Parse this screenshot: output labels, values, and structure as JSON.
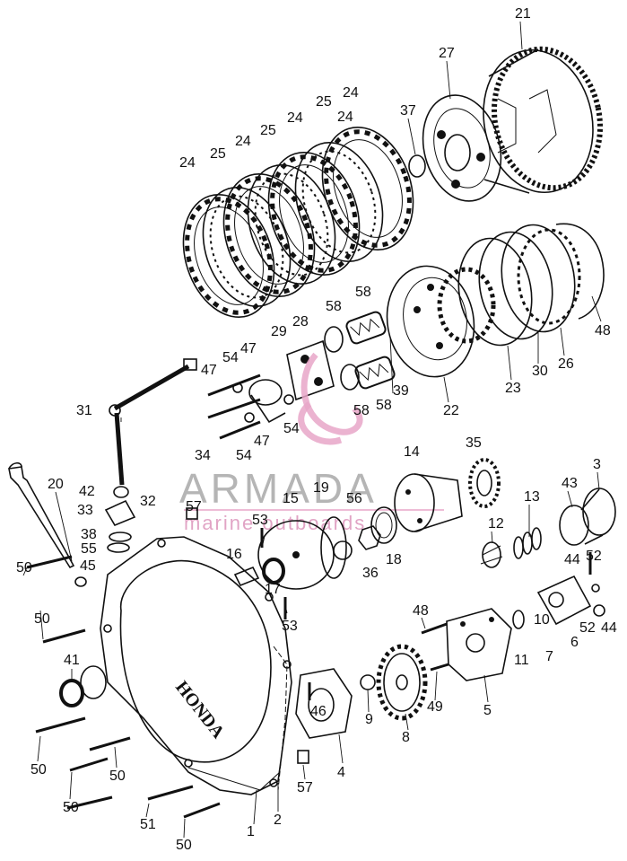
{
  "watermark": {
    "brand": "ARMADA",
    "tagline": "marine outboards",
    "brand_color": "#e8a6c8",
    "text_color": "#7a7a7a"
  },
  "cover_logo": "HONDA",
  "labels": [
    "21",
    "27",
    "24",
    "37",
    "25",
    "24",
    "25",
    "24",
    "25",
    "24",
    "24",
    "58",
    "58",
    "28",
    "29",
    "39",
    "58",
    "58",
    "48",
    "22",
    "23",
    "30",
    "26",
    "47",
    "54",
    "47",
    "31",
    "34",
    "47",
    "54",
    "54",
    "35",
    "14",
    "42",
    "33",
    "32",
    "20",
    "19",
    "56",
    "57",
    "53",
    "15",
    "12",
    "13",
    "43",
    "3",
    "38",
    "55",
    "16",
    "36",
    "18",
    "44",
    "52",
    "50",
    "45",
    "17",
    "53",
    "48",
    "10",
    "11",
    "7",
    "6",
    "52",
    "44",
    "41",
    "50",
    "46",
    "9",
    "49",
    "5",
    "8",
    "4",
    "57",
    "50",
    "50",
    "50",
    "51",
    "1",
    "2",
    "50"
  ]
}
